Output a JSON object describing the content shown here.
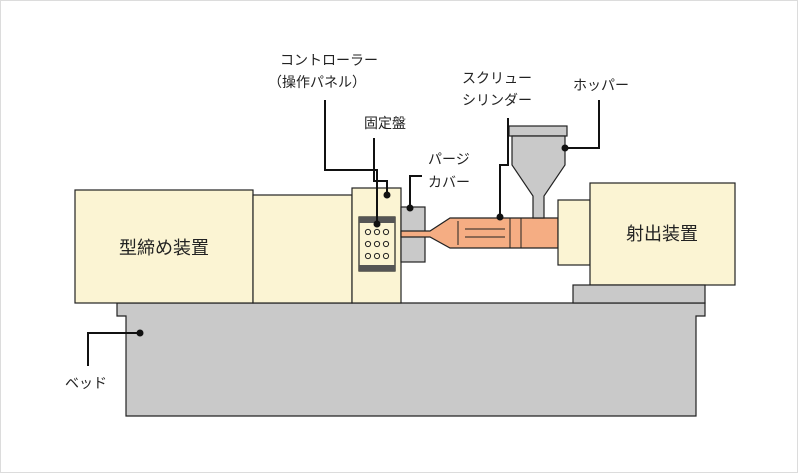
{
  "labels": {
    "controller_line1": "コントローラー",
    "controller_line2": "（操作パネル）",
    "fixed_platen": "固定盤",
    "purge_cover_line1": "パージ",
    "purge_cover_line2": "カバー",
    "screw_cylinder_line1": "スクリュー",
    "screw_cylinder_line2": "シリンダー",
    "hopper": "ホッパー",
    "clamping_unit": "型締め装置",
    "injection_unit": "射出装置",
    "bed": "ベッド"
  },
  "colors": {
    "cream": "#fbf4d3",
    "gray": "#c9c9c9",
    "dark_gray": "#9a9a9a",
    "orange": "#f5ad83",
    "outline": "#222222",
    "label_line": "#111111"
  }
}
